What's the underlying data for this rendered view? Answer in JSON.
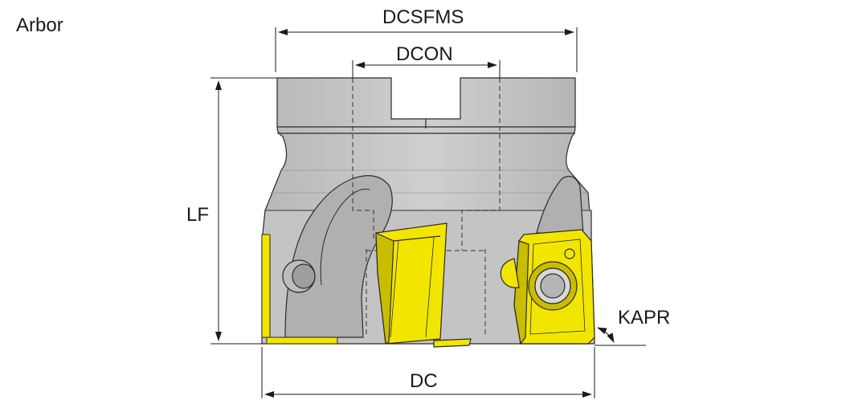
{
  "diagram": {
    "title": "Arbor",
    "dimensions": {
      "dcsfms": "DCSFMS",
      "dcon": "DCON",
      "lf": "LF",
      "kapr": "KAPR",
      "dc": "DC"
    },
    "colors": {
      "body": "#c8c8c8",
      "body_dark": "#a9a9a9",
      "outline": "#2a2a2a",
      "insert": "#f2e600",
      "insert_dark": "#c9bd00",
      "dim_line": "#1a1a1a"
    }
  }
}
